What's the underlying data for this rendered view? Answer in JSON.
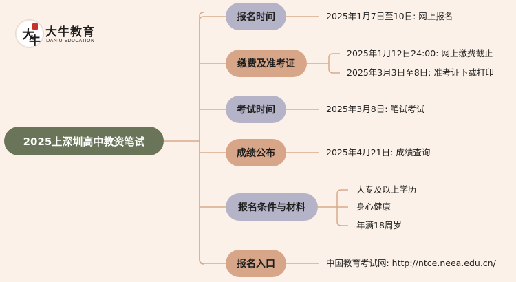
{
  "logo": {
    "cn": "大牛教育",
    "en": "DANIU EDUCATION",
    "mark_text": [
      "大",
      "牛"
    ]
  },
  "root": {
    "label": "2025上深圳高中教资笔试"
  },
  "branches": [
    {
      "label": "报名时间",
      "leaves": [
        "2025年1月7日至10日: 网上报名"
      ]
    },
    {
      "label": "缴费及准考证",
      "leaves": [
        "2025年1月12日24:00: 网上缴费截止",
        "2025年3月3日至8日: 准考证下载打印"
      ]
    },
    {
      "label": "考试时间",
      "leaves": [
        "2025年3月8日: 笔试考试"
      ]
    },
    {
      "label": "成绩公布",
      "leaves": [
        "2025年4月21日: 成绩查询"
      ]
    },
    {
      "label": "报名条件与材料",
      "leaves": [
        "大专及以上学历",
        "身心健康",
        "年满18周岁"
      ]
    },
    {
      "label": "报名入口",
      "leaves": [
        "中国教育考试网: http://ntce.neea.edu.cn/"
      ]
    }
  ],
  "colors": {
    "background": "#fbf1e8",
    "root": "#6a7458",
    "node_gray": "#b4b3c8",
    "node_peach": "#d7a688",
    "line": "#d9a98c"
  }
}
